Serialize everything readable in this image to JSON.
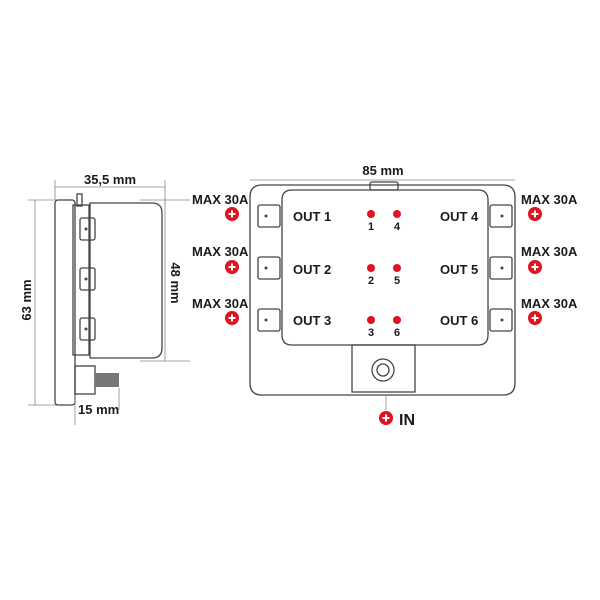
{
  "side_view": {
    "width_dim": "35,5 mm",
    "height_dim": "63 mm",
    "body_height_dim": "48 mm",
    "bolt_dim": "15 mm"
  },
  "top_view": {
    "width_dim": "85 mm",
    "outputs": [
      "OUT 1",
      "OUT 2",
      "OUT 3",
      "OUT 4",
      "OUT 5",
      "OUT 6"
    ],
    "fuse_numbers": [
      "1",
      "2",
      "3",
      "4",
      "5",
      "6"
    ],
    "max_ratings": [
      "MAX 30A",
      "MAX 30A",
      "MAX 30A",
      "MAX 30A",
      "MAX 30A",
      "MAX 30A"
    ],
    "input_label": "IN"
  },
  "colors": {
    "accent": "#e0141e",
    "line": "#444444"
  }
}
